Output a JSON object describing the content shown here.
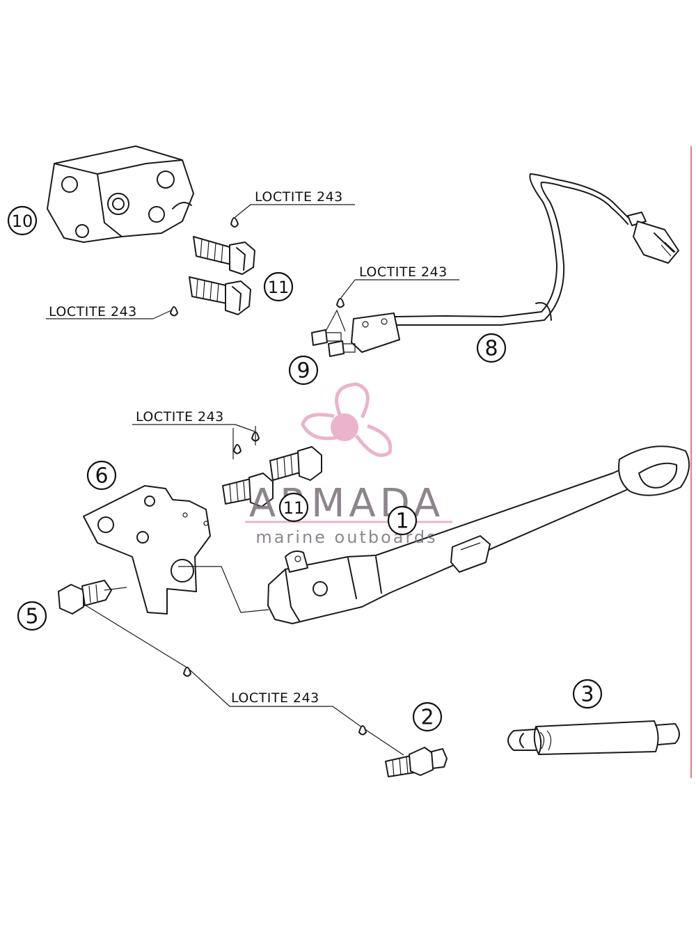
{
  "callouts": [
    {
      "id": "1",
      "label": "1"
    },
    {
      "id": "2",
      "label": "2"
    },
    {
      "id": "3",
      "label": "3"
    },
    {
      "id": "5",
      "label": "5"
    },
    {
      "id": "6",
      "label": "6"
    },
    {
      "id": "8",
      "label": "8"
    },
    {
      "id": "9",
      "label": "9"
    },
    {
      "id": "10",
      "label": "10"
    },
    {
      "id": "11a",
      "label": "11"
    },
    {
      "id": "11b",
      "label": "11"
    }
  ],
  "notes": [
    {
      "id": "n1",
      "text": "LOCTITE 243"
    },
    {
      "id": "n2",
      "text": "LOCTITE 243"
    },
    {
      "id": "n3",
      "text": "LOCTITE 243"
    },
    {
      "id": "n4",
      "text": "LOCTITE 243"
    },
    {
      "id": "n5",
      "text": "LOCTITE 243"
    }
  ],
  "watermark": {
    "title": "ARMADA",
    "subtitle": "marine outboards",
    "title_color": "#7b6f7a",
    "accent_color": "#e8a6c4"
  },
  "colors": {
    "line": "#1a1a1a",
    "border_accent": "#d9534f"
  }
}
